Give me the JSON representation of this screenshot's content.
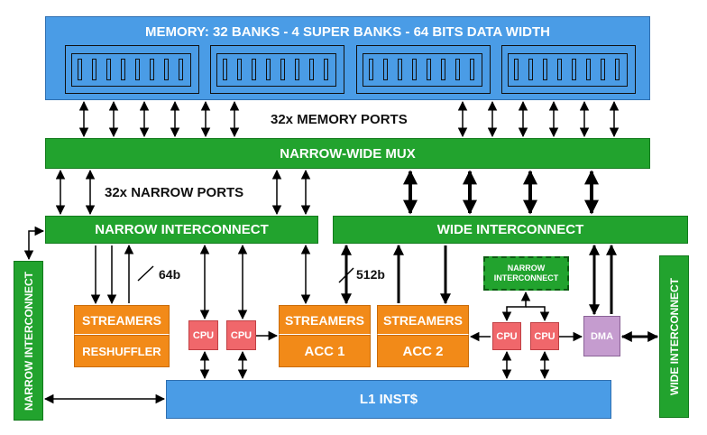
{
  "memory": {
    "title": "MEMORY: 32 BANKS - 4 SUPER BANKS - 64 BITS DATA WIDTH"
  },
  "memory_ports_label": "32x MEMORY PORTS",
  "mux": {
    "label": "NARROW-WIDE MUX"
  },
  "narrow_ports_label": "32x NARROW PORTS",
  "narrow_interconnect": {
    "label": "NARROW INTERCONNECT"
  },
  "wide_interconnect": {
    "label": "WIDE INTERCONNECT"
  },
  "narrow_interconnect_side": {
    "label": "NARROW INTERCONNECT"
  },
  "wide_interconnect_side": {
    "label": "WIDE INTERCONNECT"
  },
  "narrow_interconnect_small": {
    "line1": "NARROW",
    "line2": "INTERCONNECT"
  },
  "width_64": "64b",
  "width_512": "512b",
  "reshuffler": {
    "top": "STREAMERS",
    "bottom": "RESHUFFLER"
  },
  "acc1": {
    "top": "STREAMERS",
    "bottom": "ACC 1"
  },
  "acc2": {
    "top": "STREAMERS",
    "bottom": "ACC 2"
  },
  "cpu_label": "CPU",
  "dma_label": "DMA",
  "l1": {
    "label": "L1 INST$"
  },
  "colors": {
    "green": "#22a32e",
    "blue": "#4a9ce6",
    "orange": "#f28a18",
    "cpu_red": "#f0676b",
    "dma_purple": "#c59ccf"
  }
}
